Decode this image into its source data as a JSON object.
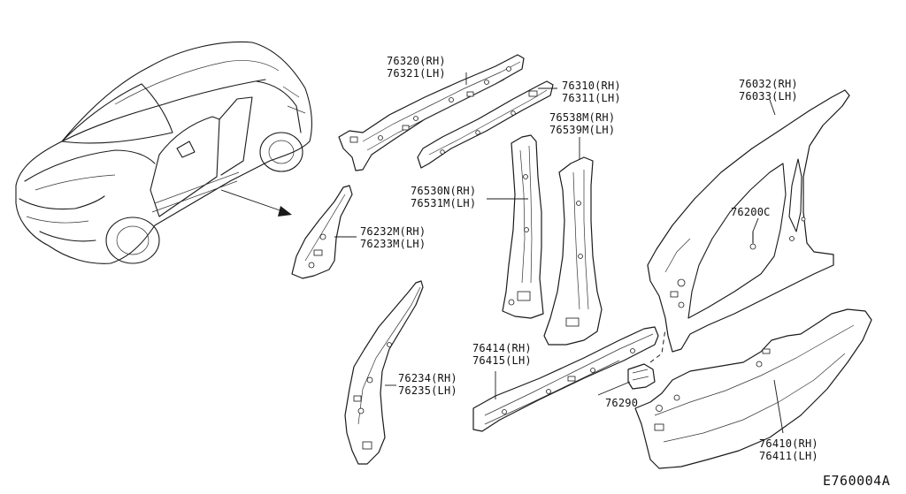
{
  "labels": {
    "p76320": "76320(RH)",
    "p76321": "76321(LH)",
    "p76310": "76310(RH)",
    "p76311": "76311(LH)",
    "p76032": "76032(RH)",
    "p76033": "76033(LH)",
    "p76538": "76538M(RH)",
    "p76539": "76539M(LH)",
    "p76530": "76530N(RH)",
    "p76531": "76531M(LH)",
    "p76200": "76200C",
    "p76232": "76232M(RH)",
    "p76233": "76233M(LH)",
    "p76414": "76414(RH)",
    "p76415": "76415(LH)",
    "p76234": "76234(RH)",
    "p76235": "76235(LH)",
    "p76290": "76290",
    "p76410": "76410(RH)",
    "p76411": "76411(LH)"
  },
  "diagram_code": "E760004A"
}
